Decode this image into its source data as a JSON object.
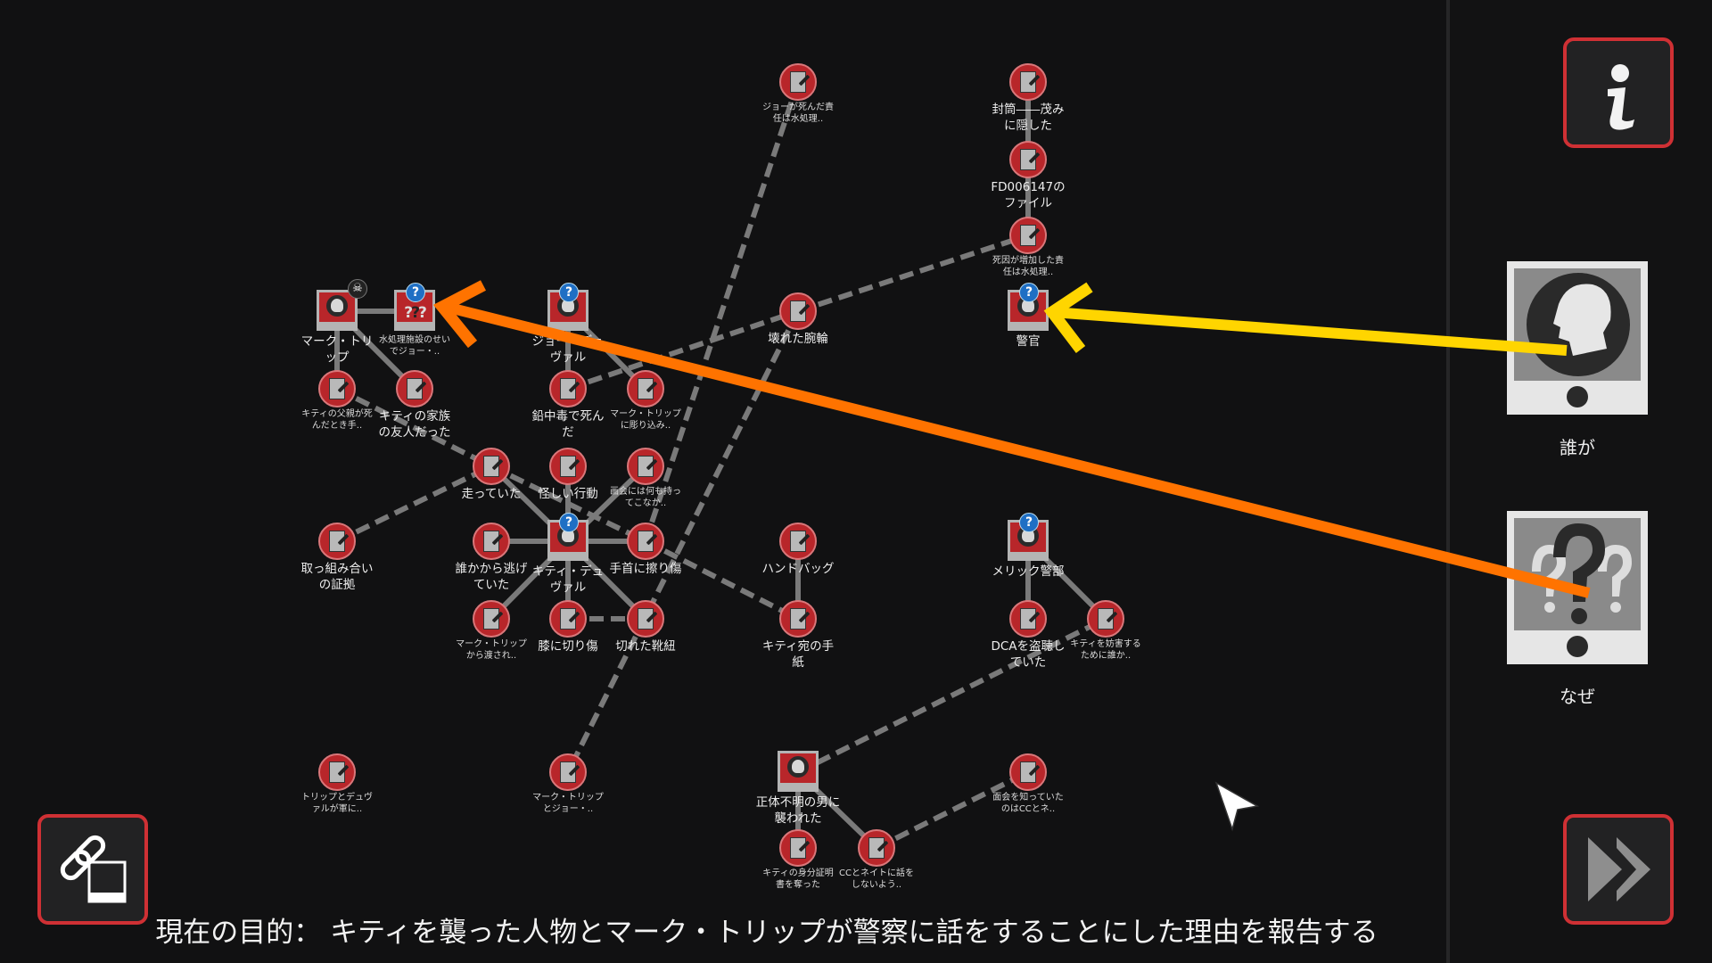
{
  "colors": {
    "accent_red": "#cf3034",
    "node_red": "#b8262a",
    "who_arrow": "#ffd500",
    "why_arrow": "#ff7300"
  },
  "nodes": [
    {
      "id": "n1",
      "type": "doc",
      "label": "ジョーが死んだ責任は水処理.."
    },
    {
      "id": "n2",
      "type": "doc",
      "label": "封筒――茂みに隠した"
    },
    {
      "id": "n3",
      "type": "doc",
      "label": "FD006147のファイル"
    },
    {
      "id": "n4",
      "type": "doc",
      "label": "死因が増加した責任は水処理.."
    },
    {
      "id": "mark",
      "type": "person",
      "label": "マーク・トリップ",
      "badge": "skull"
    },
    {
      "id": "unk",
      "type": "unknown",
      "label": "水処理施設のせいでジョー・..",
      "badge": "question"
    },
    {
      "id": "joe",
      "type": "person",
      "label": "ジョー・デュヴァル",
      "badge": "question"
    },
    {
      "id": "n8",
      "type": "doc",
      "label": "壊れた腕輪"
    },
    {
      "id": "cop",
      "type": "person",
      "label": "警官",
      "badge": "question"
    },
    {
      "id": "n10",
      "type": "doc",
      "label": "キティの父親が死んだとき手.."
    },
    {
      "id": "n11",
      "type": "doc",
      "label": "キティの家族の友人だった"
    },
    {
      "id": "n12",
      "type": "doc",
      "label": "鉛中毒で死んだ"
    },
    {
      "id": "n13",
      "type": "doc",
      "label": "マーク・トリップに彫り込み.."
    },
    {
      "id": "n14",
      "type": "doc",
      "label": "走っていた"
    },
    {
      "id": "n15",
      "type": "doc",
      "label": "怪しい行動"
    },
    {
      "id": "n16",
      "type": "doc",
      "label": "画会には何も持ってこなか.."
    },
    {
      "id": "n17",
      "type": "doc",
      "label": "取っ組み合いの証拠"
    },
    {
      "id": "n18",
      "type": "doc",
      "label": "誰かから逃げていた"
    },
    {
      "id": "kitty",
      "type": "person",
      "label": "キティ・デュヴァル",
      "badge": "question"
    },
    {
      "id": "n20",
      "type": "doc",
      "label": "手首に擦り傷"
    },
    {
      "id": "n21",
      "type": "doc",
      "label": "ハンドバッグ"
    },
    {
      "id": "merrick",
      "type": "person",
      "label": "メリック警部",
      "badge": "question"
    },
    {
      "id": "n23",
      "type": "doc",
      "label": "マーク・トリップから渡され.."
    },
    {
      "id": "n24",
      "type": "doc",
      "label": "膝に切り傷"
    },
    {
      "id": "n25",
      "type": "doc",
      "label": "切れた靴紐"
    },
    {
      "id": "n26",
      "type": "doc",
      "label": "キティ宛の手紙"
    },
    {
      "id": "n27",
      "type": "doc",
      "label": "DCAを盗聴していた"
    },
    {
      "id": "n28",
      "type": "doc",
      "label": "キティを妨害するために誰か.."
    },
    {
      "id": "n29",
      "type": "doc",
      "label": "トリップとデュヴァルが軍に.."
    },
    {
      "id": "n30",
      "type": "doc",
      "label": "マーク・トリップとジョー・.."
    },
    {
      "id": "man",
      "type": "person",
      "label": "正体不明の男に襲われた"
    },
    {
      "id": "n32",
      "type": "doc",
      "label": "面会を知っていたのはCCとネ.."
    },
    {
      "id": "n33",
      "type": "doc",
      "label": "キティの身分証明書を奪った"
    },
    {
      "id": "n34",
      "type": "doc",
      "label": "CCとネイトに話をしないよう.."
    }
  ],
  "links_solid": [
    [
      "mark",
      "unk"
    ],
    [
      "mark",
      "n10"
    ],
    [
      "mark",
      "n11"
    ],
    [
      "n2",
      "n3"
    ],
    [
      "n3",
      "n4"
    ],
    [
      "joe",
      "n12"
    ],
    [
      "joe",
      "n13"
    ],
    [
      "kitty",
      "n14"
    ],
    [
      "kitty",
      "n15"
    ],
    [
      "kitty",
      "n16"
    ],
    [
      "kitty",
      "n18"
    ],
    [
      "kitty",
      "n20"
    ],
    [
      "kitty",
      "n23"
    ],
    [
      "kitty",
      "n24"
    ],
    [
      "kitty",
      "n25"
    ],
    [
      "n21",
      "n26"
    ],
    [
      "merrick",
      "n27"
    ],
    [
      "merrick",
      "n28"
    ],
    [
      "man",
      "n33"
    ],
    [
      "man",
      "n34"
    ]
  ],
  "links_dashed": [
    [
      "n10",
      "n14"
    ],
    [
      "n14",
      "n20"
    ],
    [
      "n20",
      "n26"
    ],
    [
      "n17",
      "n14"
    ],
    [
      "n12",
      "n8"
    ],
    [
      "n8",
      "n4"
    ],
    [
      "n1",
      "n20"
    ],
    [
      "n8",
      "n30"
    ],
    [
      "n24",
      "n25"
    ],
    [
      "man",
      "n28"
    ],
    [
      "n34",
      "n32"
    ]
  ],
  "panel": {
    "who_label": "誰が",
    "why_label": "なぜ"
  },
  "objective": "現在の目的： キティを襲った人物とマーク・トリップが警察に話をすることにした理由を報告する"
}
